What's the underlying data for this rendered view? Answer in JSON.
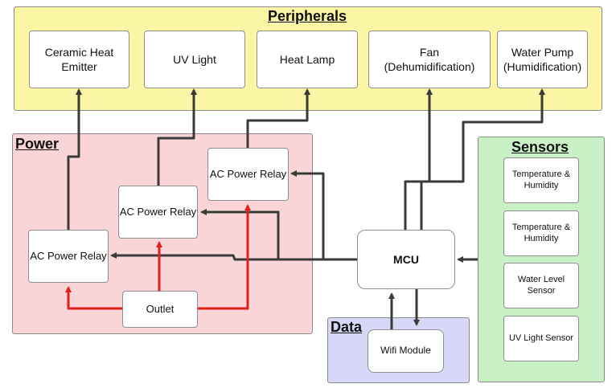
{
  "regions": {
    "peripherals": {
      "title": "Peripherals",
      "color": "#fbf5a6"
    },
    "power": {
      "title": "Power",
      "color": "#f9d5d7"
    },
    "sensors": {
      "title": "Sensors",
      "color": "#c9f1c6"
    },
    "data": {
      "title": "Data",
      "color": "#d7d8f7"
    }
  },
  "peripherals": {
    "ceramic_heat_emitter": "Ceramic Heat\nEmitter",
    "uv_light": "UV Light",
    "heat_lamp": "Heat Lamp",
    "fan": "Fan\n(Dehumidification)",
    "water_pump": "Water Pump\n(Humidification)"
  },
  "power": {
    "relay_1": "AC Power Relay",
    "relay_2": "AC Power Relay",
    "relay_3": "AC Power Relay",
    "outlet": "Outlet"
  },
  "controller": {
    "mcu": "MCU"
  },
  "data_block": {
    "wifi": "Wifi Module"
  },
  "sensors": {
    "temp_humidity_1": "Temperature &\nHumidity",
    "temp_humidity_2": "Temperature &\nHumidity",
    "water_level": "Water Level\nSensor",
    "uv_light_sensor": "UV Light Sensor"
  },
  "wire_colors": {
    "signal": "#3a3a3a",
    "power": "#e0201c"
  }
}
